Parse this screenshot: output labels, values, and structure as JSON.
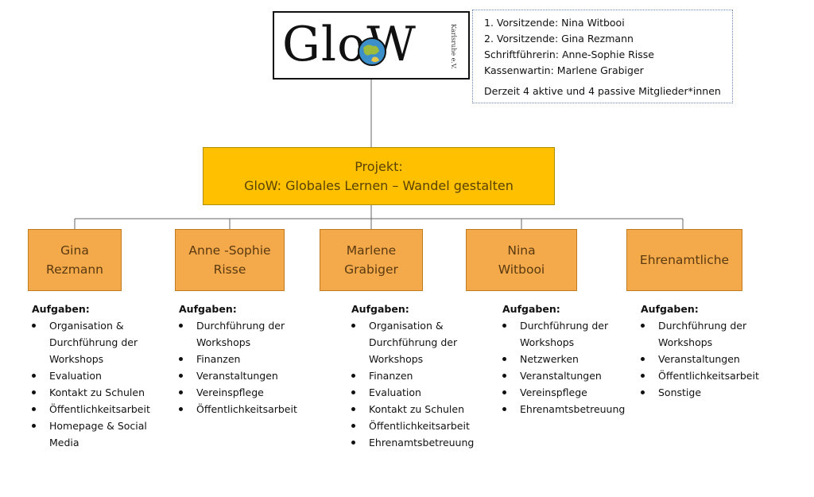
{
  "logo": {
    "word": "GloW",
    "subtitle": "Karlsruhe e.V."
  },
  "board": {
    "lines": [
      "1. Vorsitzende: Nina Witbooi",
      "2. Vorsitzende: Gina Rezmann",
      "Schriftführerin: Anne-Sophie Risse",
      "Kassenwartin: Marlene Grabiger"
    ],
    "summary": "Derzeit 4 aktive und 4 passive Mitglieder*innen"
  },
  "project": {
    "line1": "Projekt:",
    "line2": "GloW: Globales Lernen – Wandel gestalten"
  },
  "colors": {
    "project": "#ffc000",
    "person": "#f4a94a",
    "lines": "#666666"
  },
  "tasks_title": "Aufgaben:",
  "people": [
    {
      "name_line1": "Gina",
      "name_line2": "Rezmann",
      "tasks": [
        "Organisation &",
        "Durchführung der Workshops",
        "Evaluation",
        "Kontakt zu Schulen",
        "Öffentlichkeitsarbeit",
        "Homepage & Social Media"
      ]
    },
    {
      "name_line1": "Anne -Sophie",
      "name_line2": "Risse",
      "tasks": [
        "Durchführung der Workshops",
        "Finanzen",
        "Veranstaltungen",
        "Vereinspflege",
        "Öffentlichkeitsarbeit"
      ]
    },
    {
      "name_line1": "Marlene",
      "name_line2": "Grabiger",
      "tasks": [
        "Organisation & Durchführung der Workshops",
        "Finanzen",
        "Evaluation",
        "Kontakt zu Schulen",
        "Öffentlichkeitsarbeit",
        "Ehrenamtsbetreuung"
      ]
    },
    {
      "name_line1": "Nina",
      "name_line2": "Witbooi",
      "tasks": [
        "Durchführung der Workshops",
        "Netzwerken",
        "Veranstaltungen",
        "Vereinspflege",
        "Ehrenamtsbetreuung"
      ]
    },
    {
      "name_line1": "Ehrenamtliche",
      "name_line2": "",
      "tasks": [
        "Durchführung der Workshops",
        "Veranstaltungen",
        "Öffentlichkeitsarbeit",
        "Sonstige"
      ]
    }
  ]
}
